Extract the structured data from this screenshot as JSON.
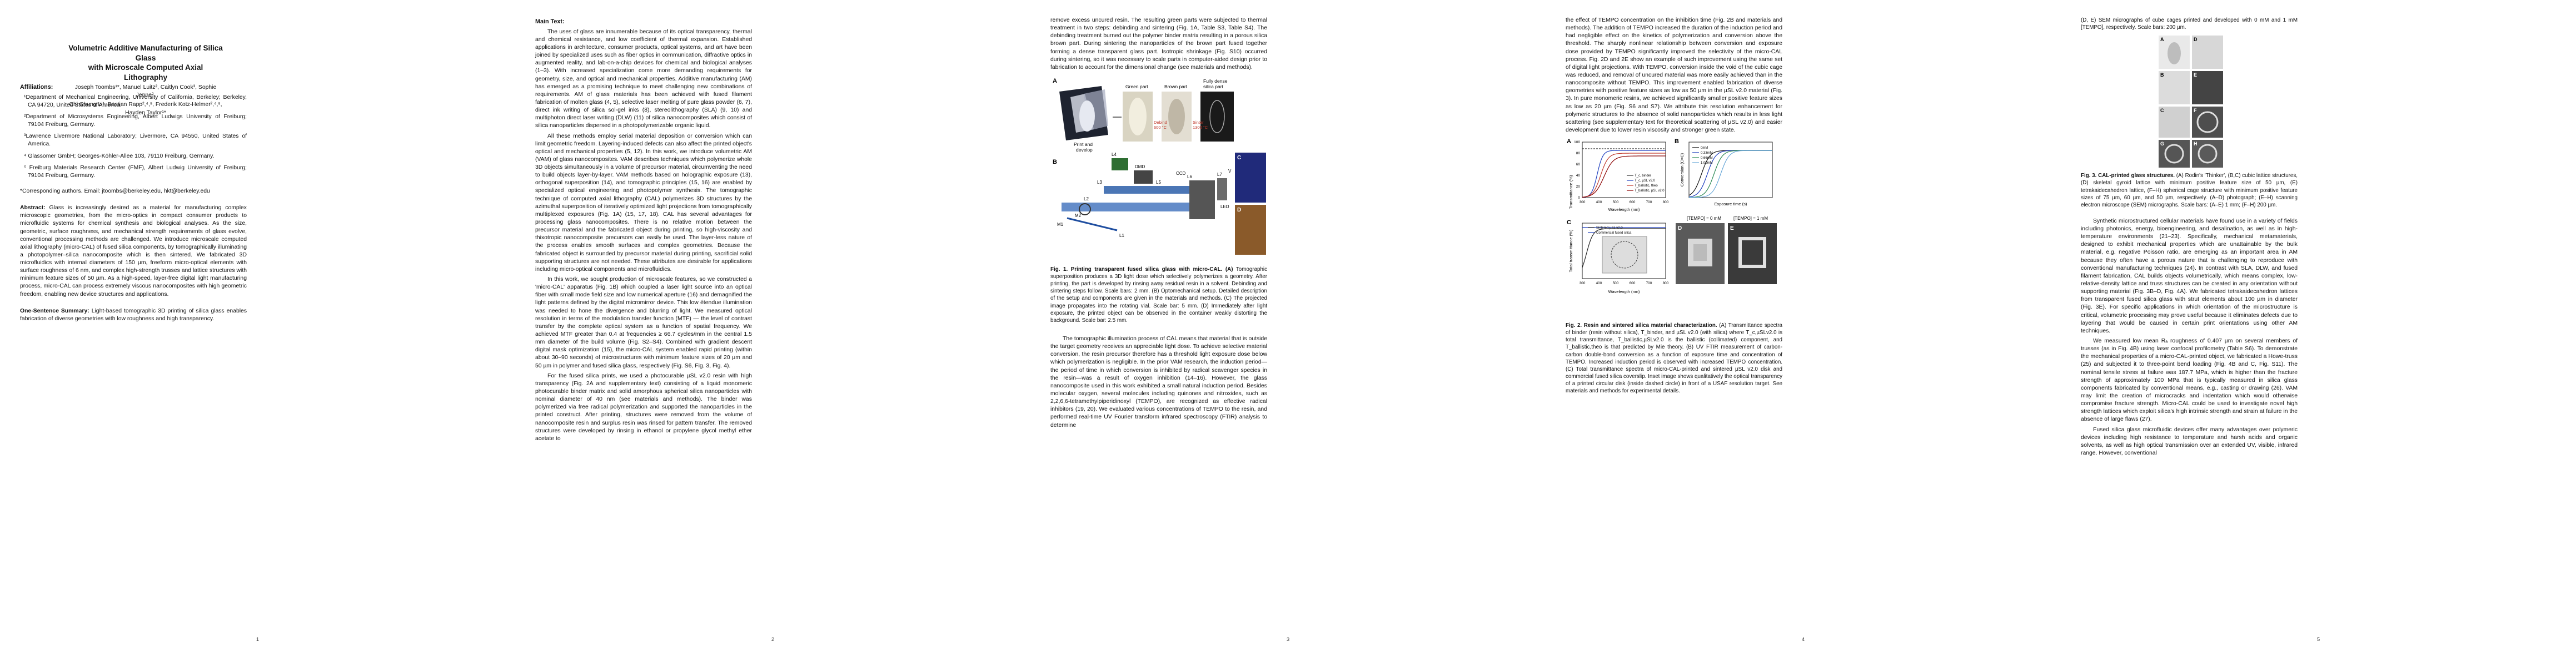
{
  "paper": {
    "title_line1": "Volumetric Additive Manufacturing of Silica Glass",
    "title_line2": "with Microscale Computed Axial Lithography",
    "authors_line1": "Joseph Toombs¹*, Manuel Luitz², Caitlyn Cook³, Sophie Jenne²,",
    "authors_line2": "Chi Chung Li¹, Bastian Rapp²,⁴,⁵, Frederik Kotz-Helmer²,⁴,⁵, Hayden Taylor¹*",
    "affiliations_heading": "Affiliations:",
    "affiliations": [
      "¹Department of Mechanical Engineering, University of California, Berkeley; Berkeley, CA 94720, United States of America.",
      "²Department of Microsystems Engineering, Albert Ludwigs University of Freiburg; 79104 Freiburg, Germany.",
      "³Lawrence Livermore National Laboratory; Livermore, CA 94550, United States of America.",
      "⁴ Glassomer GmbH; Georges-Köhler-Allee 103, 79110 Freiburg, Germany.",
      "⁵ Freiburg Materials Research Center (FMF), Albert Ludwig University of Freiburg; 79104 Freiburg, Germany."
    ],
    "corresponding": "*Corresponding authors. Email: jtoombs@berkeley.edu, hkt@berkeley.edu",
    "abstract_label": "Abstract:",
    "abstract": "Glass is increasingly desired as a material for manufacturing complex microscopic geometries, from the micro-optics in compact consumer products to microfluidic systems for chemical synthesis and biological analyses. As the size, geometric, surface roughness, and mechanical strength requirements of glass evolve, conventional processing methods are challenged. We introduce microscale computed axial lithography (micro-CAL) of fused silica components, by tomographically illuminating a photopolymer–silica nanocomposite which is then sintered. We fabricated 3D microfluidics with internal diameters of 150 µm, freeform micro-optical elements with surface roughness of 6 nm, and complex high-strength trusses and lattice structures with minimum feature sizes of 50 µm. As a high-speed, layer-free digital light manufacturing process, micro-CAL can process extremely viscous nanocomposites with high geometric freedom, enabling new device structures and applications.",
    "oss_label": "One-Sentence Summary:",
    "oss": "Light-based tomographic 3D printing of silica glass enables fabrication of diverse geometries with low roughness and high transparency."
  },
  "page2": {
    "heading": "Main Text:",
    "paragraphs": [
      "The uses of glass are innumerable because of its optical transparency, thermal and chemical resistance, and low coefficient of thermal expansion. Established applications in architecture, consumer products, optical systems, and art have been joined by specialized uses such as fiber optics in communication, diffractive optics in augmented reality, and lab-on-a-chip devices for chemical and biological analyses (1–3). With increased specialization come more demanding requirements for geometry, size, and optical and mechanical properties. Additive manufacturing (AM) has emerged as a promising technique to meet challenging new combinations of requirements. AM of glass materials has been achieved with fused filament fabrication of molten glass (4, 5), selective laser melting of pure glass powder (6, 7), direct ink writing of silica sol-gel inks (8), stereolithography (SLA) (9, 10) and multiphoton direct laser writing (DLW) (11) of silica nanocomposites which consist of silica nanoparticles dispersed in a photopolymerizable organic liquid.",
      "All these methods employ serial material deposition or conversion which can limit geometric freedom. Layering-induced defects can also affect the printed object's optical and mechanical properties (5, 12). In this work, we introduce volumetric AM (VAM) of glass nanocomposites. VAM describes techniques which polymerize whole 3D objects simultaneously in a volume of precursor material, circumventing the need to build objects layer-by-layer. VAM methods based on holographic exposure (13), orthogonal superposition (14), and tomographic principles (15, 16) are enabled by specialized optical engineering and photopolymer synthesis. The tomographic technique of computed axial lithography (CAL) polymerizes 3D structures by the azimuthal superposition of iteratively optimized light projections from tomographically multiplexed exposures (Fig. 1A) (15, 17, 18). CAL has several advantages for processing glass nanocomposites. There is no relative motion between the precursor material and the fabricated object during printing, so high-viscosity and thixotropic nanocomposite precursors can easily be used. The layer-less nature of the process enables smooth surfaces and complex geometries. Because the fabricated object is surrounded by precursor material during printing, sacrificial solid supporting structures are not needed. These attributes are desirable for applications including micro-optical components and microfluidics.",
      "In this work, we sought production of microscale features, so we constructed a 'micro-CAL' apparatus (Fig. 1B) which coupled a laser light source into an optical fiber with small mode field size and low numerical aperture (16) and demagnified the light patterns defined by the digital micromirror device. This low étendue illumination was needed to hone the divergence and blurring of light. We measured optical resolution in terms of the modulation transfer function (MTF) — the level of contrast transfer by the complete optical system as a function of spatial frequency. We achieved MTF greater than 0.4 at frequencies ≥ 66.7 cycles/mm in the central 1.5 mm diameter of the build volume (Fig. S2–S4). Combined with gradient descent digital mask optimization (15), the micro-CAL system enabled rapid printing (within about 30–90 seconds) of microstructures with minimum feature sizes of 20 µm and 50 µm in polymer and fused silica glass, respectively (Fig. S6, Fig. 3, Fig. 4).",
      "For the fused silica prints, we used a photocurable µSL v2.0 resin with high transparency (Fig. 2A and supplementary text) consisting of a liquid monomeric photocurable binder matrix and solid amorphous spherical silica nanoparticles with nominal diameter of 40 nm (see materials and methods). The binder was polymerized via free radical polymerization and supported the nanoparticles in the printed construct. After printing, structures were removed from the volume of nanocomposite resin and surplus resin was rinsed for pattern transfer. The removed structures were developed by rinsing in ethanol or propylene glycol methyl ether acetate to"
    ],
    "number": "2"
  },
  "page1": {
    "number": "1"
  },
  "page3": {
    "top_paragraph": "remove excess uncured resin. The resulting green parts were subjected to thermal treatment in two steps: debinding and sintering (Fig. 1A, Table S3, Table S4). The debinding treatment burned out the polymer binder matrix resulting in a porous silica brown part. During sintering the nanoparticles of the brown part fused together forming a dense transparent glass part. Isotropic shrinkage (Fig. S10) occurred during sintering, so it was necessary to scale parts in computer-aided design prior to fabrication to account for the dimensional change (see materials and methods).",
    "figure": {
      "panel_a": "A",
      "panel_b": "B",
      "panel_c": "C",
      "panel_d": "D",
      "green_part": "Green part",
      "brown_part": "Brown part",
      "dense_line1": "Fully dense",
      "dense_line2": "silica part",
      "print_dev_line1": "Print and",
      "print_dev_line2": "develop",
      "debind_line1": "Debind",
      "debind_line2": "600 °C",
      "sinter_line1": "Sinter",
      "sinter_line2": "1300 °C",
      "optic_labels": [
        "L4",
        "DMD",
        "L3",
        "L5",
        "L2",
        "CCD",
        "L6",
        "L7",
        "M2",
        "M1",
        "L1",
        "LED",
        "V"
      ],
      "caption_bold": "Fig. 1. Printing transparent fused silica glass with micro-CAL.",
      "caption_a": "(A)",
      "caption_text": " Tomographic superposition produces a 3D light dose which selectively polymerizes a geometry. After printing, the part is developed by rinsing away residual resin in a solvent. Debinding and sintering steps follow. Scale bars: 2 mm. (B) Optomechanical setup. Detailed description of the setup and components are given in the materials and methods. (C) The projected image propagates into the rotating vial. Scale bar: 5 mm. (D) Immediately after light exposure, the printed object can be observed in the container weakly distorting the background. Scale bar: 2.5 mm."
    },
    "bottom_paragraph": "The tomographic illumination process of CAL means that material that is outside the target geometry receives an appreciable light dose. To achieve selective material conversion, the resin precursor therefore has a threshold light exposure dose below which polymerization is negligible. In the prior VAM research, the induction period—the period of time in which conversion is inhibited by radical scavenger species in the resin—was a result of oxygen inhibition (14–16). However, the glass nanocomposite used in this work exhibited a small natural induction period. Besides molecular oxygen, several molecules including quinones and nitroxides, such as 2,2,6,6-tetramethylpiperidinoxyl (TEMPO), are recognized as effective radical inhibitors (19, 20). We evaluated various concentrations of TEMPO to the resin, and performed real-time UV Fourier transform infrared spectroscopy (FTIR) analysis to determine",
    "number": "3"
  },
  "page4": {
    "top_paragraph": "the effect of TEMPO concentration on the inhibition time (Fig. 2B and materials and methods). The addition of TEMPO increased the duration of the induction period and had negligible effect on the kinetics of polymerization and conversion above the threshold. The sharply nonlinear relationship between conversion and exposure dose provided by TEMPO significantly improved the selectivity of the micro-CAL process. Fig. 2D and 2E show an example of such improvement using the same set of digital light projections. With TEMPO, conversion inside the void of the cubic cage was reduced, and removal of uncured material was more easily achieved than in the nanocomposite without TEMPO. This improvement enabled fabrication of diverse geometries with positive feature sizes as low as 50 µm in the µSL v2.0 material (Fig. 3). In pure monomeric resins, we achieved significantly smaller positive feature sizes as low as 20 µm (Fig. S6 and S7). We attribute this resolution enhancement for polymeric structures to the absence of solid nanoparticles which results in less light scattering (see supplementary text for theoretical scattering of µSL v2.0) and easier development due to lower resin viscosity and stronger green state.",
    "chart_a": {
      "label": "A",
      "ylabel": "Transmittance (%)",
      "xlabel": "Wavelength (nm)",
      "xticks": [
        "300",
        "400",
        "500",
        "600",
        "700",
        "800"
      ],
      "yticks": [
        "0",
        "20",
        "40",
        "60",
        "80",
        "100"
      ],
      "legend": [
        "T_c, binder",
        "T_c, µSL v2.0",
        "T_ballistic, theo",
        "T_ballistic, µSL v2.0"
      ]
    },
    "chart_b": {
      "label": "B",
      "ylabel": "Conversion (C=C)",
      "xlabel": "Exposure time (s)",
      "legend": [
        "0mM",
        "0.33mM",
        "0.66mM",
        "1.00mM"
      ]
    },
    "chart_c": {
      "label": "C",
      "ylabel": "Total transmittance (%)",
      "xlabel": "Wavelength (nm)",
      "xticks": [
        "300",
        "400",
        "500",
        "600",
        "700",
        "800"
      ],
      "legend": [
        "Sintered µSL v2.0",
        "Commercial fused silica"
      ]
    },
    "panel_d": "D",
    "panel_e": "E",
    "tempo0": "[TEMPO] = 0 mM",
    "tempo1": "[TEMPO] = 1 mM",
    "caption_bold": "Fig. 2. Resin and sintered silica material characterization.",
    "caption_text": " (A) Transmittance spectra of binder (resin without silica), T_binder, and µSL v2.0 (with silica) where T_c,µSLv2.0 is total transmittance, T_ballistic,µSLv2.0 is the ballistic (collimated) component, and T_ballistic,theo is that predicted by Mie theory. (B) UV FTIR measurement of carbon-carbon double-bond conversion as a function of exposure time and concentration of TEMPO. Increased induction period is observed with increased TEMPO concentration. (C) Total transmittance spectra of micro-CAL-printed and sintered µSL v2.0 disk and commercial fused silica coverslip. Inset image shows qualitatively the optical transparency of a printed circular disk (inside dashed circle) in front of a USAF resolution target. See materials and methods for experimental details.",
    "number": "4"
  },
  "page5": {
    "fig3_top_caption": "(D, E) SEM micrographs of cube cages printed and developed with 0 mM and 1 mM [TEMPO], respectively. Scale bars: 200 µm.",
    "panel_labels": [
      "A",
      "B",
      "C",
      "D",
      "E",
      "F",
      "G",
      "H"
    ],
    "fig3_caption_bold": "Fig. 3. CAL-printed glass structures.",
    "fig3_caption_text": " (A) Rodin's 'Thinker', (B,C) cubic lattice structures, (D) skeletal gyroid lattice with minimum positive feature size of 50 µm, (E) tetrakaidecahedron lattice, (F–H) spherical cage structure with minimum positive feature sizes of 75 µm, 60 µm, and 50 µm, respectively. (A–D) photograph; (E–H) scanning electron microscope (SEM) micrographs. Scale bars: (A–E) 1 mm; (F–H) 200 µm.",
    "paragraphs": [
      "Synthetic microstructured cellular materials have found use in a variety of fields including photonics, energy, bioengineering, and desalination, as well as in high-temperature environments (21–23). Specifically, mechanical metamaterials, designed to exhibit mechanical properties which are unattainable by the bulk material, e.g. negative Poisson ratio, are emerging as an important area in AM because they often have a porous nature that is challenging to reproduce with conventional manufacturing techniques (24). In contrast with SLA, DLW, and fused filament fabrication, CAL builds objects volumetrically, which means complex, low-relative-density lattice and truss structures can be created in any orientation without supporting material (Fig. 3B–D, Fig. 4A). We fabricated tetrakaidecahedron lattices from transparent fused silica glass with strut elements about 100 µm in diameter (Fig. 3E). For specific applications in which orientation of the microstructure is critical, volumetric processing may prove useful because it eliminates defects due to layering that would be caused in certain print orientations using other AM techniques.",
      "We measured low mean Rₐ roughness of 0.407 µm on several members of trusses (as in Fig. 4B) using laser confocal profilometry (Table S6). To demonstrate the mechanical properties of a micro-CAL-printed object, we fabricated a Howe-truss (25) and subjected it to three-point bend loading (Fig. 4B and C, Fig. S11). The nominal tensile stress at failure was 187.7 MPa, which is higher than the fracture strength of approximately 100 MPa that is typically measured in silica glass components fabricated by conventional means, e.g., casting or drawing (26). VAM may limit the creation of microcracks and indentation which would otherwise compromise fracture strength. Micro-CAL could be used to investigate novel high strength lattices which exploit silica's high intrinsic strength and strain at failure in the absence of large flaws (27).",
      "Fused silica glass microfluidic devices offer many advantages over polymeric devices including high resistance to temperature and harsh acids and organic solvents, as well as high optical transmission over an extended UV, visible, infrared range. However, conventional"
    ],
    "number": "5"
  }
}
